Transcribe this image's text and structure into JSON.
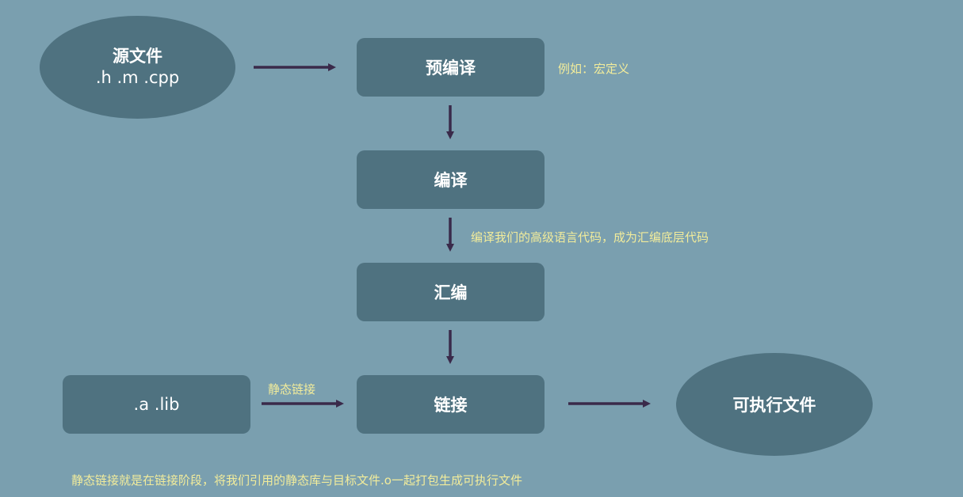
{
  "nodes": {
    "source_title": "源文件",
    "source_ext": ".h .m .cpp",
    "precompile": "预编译",
    "compile": "编译",
    "assemble": "汇编",
    "link": "链接",
    "lib": ".a .lib",
    "executable": "可执行文件"
  },
  "notes": {
    "precompile": "例如：宏定义",
    "compile": "编译我们的高级语言代码，成为汇编底层代码",
    "static_link_label": "静态链接",
    "footer": "静态链接就是在链接阶段，将我们引用的静态库与目标文件.o一起打包生成可执行文件"
  },
  "colors": {
    "background": "#7a9faf",
    "node_fill": "#4f7280",
    "arrow": "#3a2a4a",
    "note_text": "#f2ec9b"
  }
}
